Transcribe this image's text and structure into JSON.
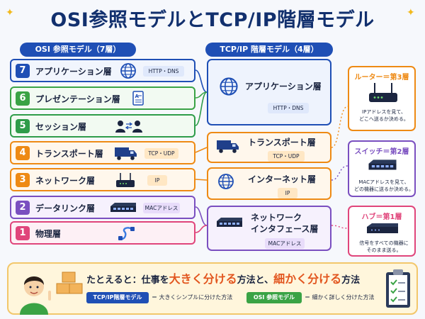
{
  "title": "OSI参照モデルとTCP/IP階層モデル",
  "osi_header": "OSI 参照モデル（7層）",
  "tcp_header": "TCP/IP 階層モデル（4層）",
  "osi_layers": [
    {
      "num": "7",
      "label": "アプリケーション層",
      "tag": "HTTP・DNS",
      "color": "#1f4fb5"
    },
    {
      "num": "6",
      "label": "プレゼンテーション層",
      "tag": "",
      "color": "#3aa345"
    },
    {
      "num": "5",
      "label": "セッション層",
      "tag": "",
      "color": "#2f9c4a"
    },
    {
      "num": "4",
      "label": "トランスポート層",
      "tag": "TCP・UDP",
      "color": "#ee8a14"
    },
    {
      "num": "3",
      "label": "ネットワーク層",
      "tag": "IP",
      "color": "#ee8a14"
    },
    {
      "num": "2",
      "label": "データリンク層",
      "tag": "MACアドレス",
      "color": "#7a4fc0"
    },
    {
      "num": "1",
      "label": "物理層",
      "tag": "",
      "color": "#e0457b"
    }
  ],
  "tcp_layers": [
    {
      "label": "アプリケーション層",
      "tag": "HTTP・DNS"
    },
    {
      "label": "トランスポート層",
      "tag": "TCP・UDP"
    },
    {
      "label": "インターネット層",
      "tag": "IP"
    },
    {
      "label1": "ネットワーク",
      "label2": "インタフェース層",
      "tag": "MACアドレス"
    }
  ],
  "devices": [
    {
      "title": "ルーター＝第3層",
      "desc1": "IPアドレスを見て、",
      "desc2": "どこへ送るか決める。",
      "color": "#ee8a14"
    },
    {
      "title": "スイッチ＝第2層",
      "desc1": "MACアドレスを見て、",
      "desc2": "どの機器に送るか決める。",
      "color": "#7a4fc0"
    },
    {
      "title": "ハブ＝第1層",
      "desc1": "信号をすべての機器に",
      "desc2": "そのまま送る。",
      "color": "#e0457b"
    }
  ],
  "bottom": {
    "prefix": "たとえると：仕事を",
    "hl1": "大きく分ける",
    "mid": "方法と、",
    "hl2": "細かく分ける",
    "suffix": "方法",
    "tcp_pill": "TCP/IP階層モデル",
    "tcp_desc": "＝ 大きくシンプルに分けた方法",
    "osi_pill": "OSI 参照モデル",
    "osi_desc": "＝ 細かく詳しく分けた方法"
  },
  "colors": {
    "blue": "#1f4fb5",
    "green": "#3aa345",
    "orange": "#ee8a14",
    "purple": "#7a4fc0",
    "pink": "#e0457b",
    "navy": "#12306e"
  }
}
